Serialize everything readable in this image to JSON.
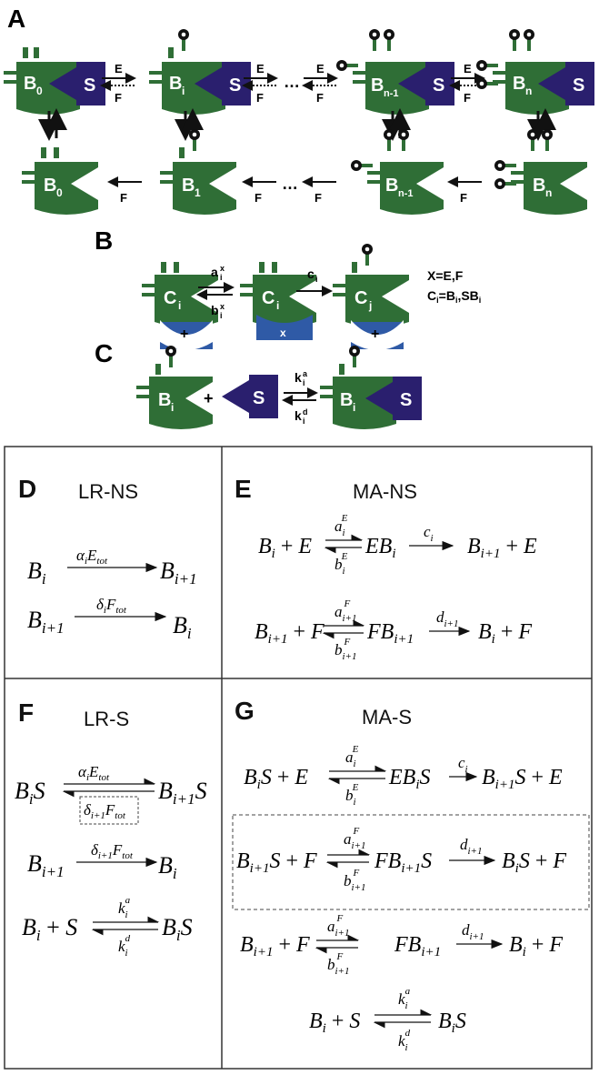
{
  "panel_labels": {
    "A": "A",
    "B": "B",
    "C": "C",
    "D": "D",
    "E": "E",
    "F": "F",
    "G": "G"
  },
  "panel_titles": {
    "D": "LR-NS",
    "E": "MA-NS",
    "F": "LR-S",
    "G": "MA-S"
  },
  "panelA": {
    "top_units": [
      "B0",
      "Bi",
      "Bn-1",
      "Bn"
    ],
    "bottom_units": [
      "B0",
      "B1",
      "Bn-1",
      "Bn"
    ],
    "sub_top": [
      "0",
      "i",
      "n-1",
      "n"
    ],
    "sub_bottom": [
      "0",
      "1",
      "n-1",
      "n"
    ],
    "S": "S",
    "E": "E",
    "F": "F",
    "ellipsis": "…"
  },
  "panelB": {
    "sub_left": "i",
    "sub_mid": "i",
    "sub_right": "j",
    "a": "a",
    "a_sub": "i",
    "a_sup": "x",
    "b": "b",
    "b_sub": "i",
    "b_sup": "x",
    "c": "c",
    "c_sub": "i",
    "x": "x",
    "plus": "+",
    "legend1": "X=E,F",
    "legend2_a": "C",
    "legend2_b": "i",
    "legend2_c": "=B",
    "legend2_d": "i",
    "legend2_e": ",SB",
    "legend2_f": "i"
  },
  "panelC": {
    "sub": "i",
    "plus": "+",
    "S": "S",
    "k_up": "k",
    "k_up_sub": "i",
    "k_up_sup": "a",
    "k_dn": "k",
    "k_dn_sub": "i",
    "k_dn_sup": "d"
  }
}
